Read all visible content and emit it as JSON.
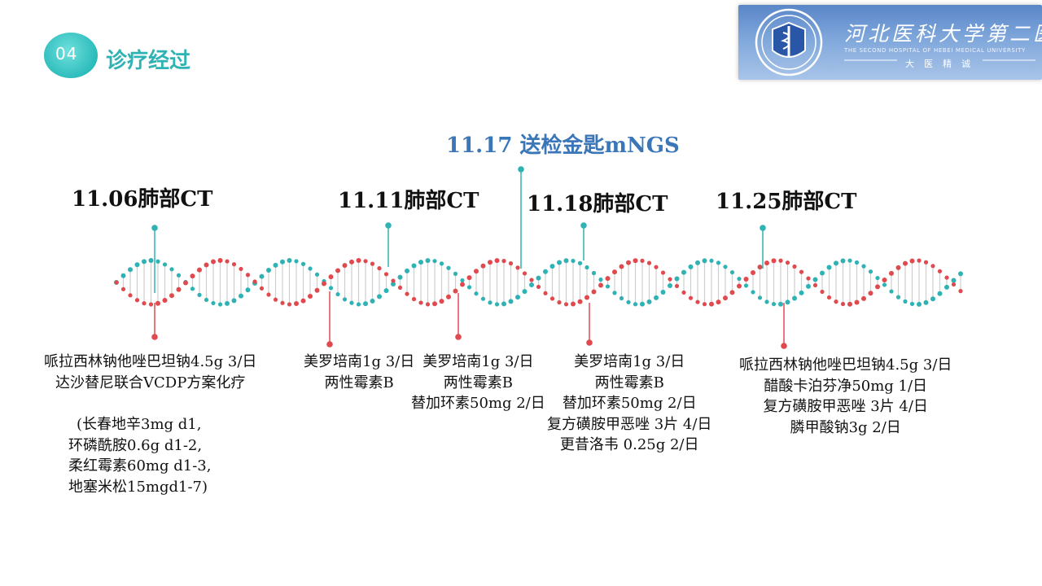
{
  "header": {
    "section_number": "04",
    "section_title": "诊疗经过"
  },
  "logo": {
    "name_cn": "河北医科大学第二医院",
    "name_en": "THE SECOND HOSPITAL OF HEBEI MEDICAL UNIVERSITY",
    "motto": "大医精诚"
  },
  "timeline": {
    "ct_events": [
      {
        "label": "11.06肺部CT"
      },
      {
        "label": "11.11肺部CT"
      },
      {
        "label": "11.18肺部CT"
      },
      {
        "label": "11.25肺部CT"
      }
    ],
    "mngs_event": {
      "label": "11.17 送检金匙mNGS"
    },
    "treatments": [
      {
        "lines": [
          "哌拉西林钠他唑巴坦钠4.5g  3/日",
          "达沙替尼联合VCDP方案化疗"
        ]
      },
      {
        "lines": [
          "(长春地辛3mg  d1,",
          "环磷酰胺0.6g  d1-2,",
          "柔红霉素60mg  d1-3,",
          "地塞米松15mgd1-7)"
        ]
      },
      {
        "lines": [
          "美罗培南1g  3/日",
          "两性霉素B"
        ]
      },
      {
        "lines": [
          "美罗培南1g  3/日",
          "两性霉素B",
          "替加环素50mg  2/日"
        ]
      },
      {
        "lines": [
          "美罗培南1g  3/日",
          "两性霉素B",
          "替加环素50mg  2/日",
          "复方磺胺甲恶唑  3片 4/日",
          "更昔洛韦  0.25g 2/日"
        ]
      },
      {
        "lines": [
          "哌拉西林钠他唑巴坦钠4.5g  3/日",
          "醋酸卡泊芬净50mg  1/日",
          "复方磺胺甲恶唑  3片 4/日",
          "膦甲酸钠3g  2/日"
        ]
      }
    ]
  },
  "colors": {
    "teal": "#2fb2b4",
    "red": "#e04a4f",
    "mngs_blue": "#3a76b8"
  }
}
